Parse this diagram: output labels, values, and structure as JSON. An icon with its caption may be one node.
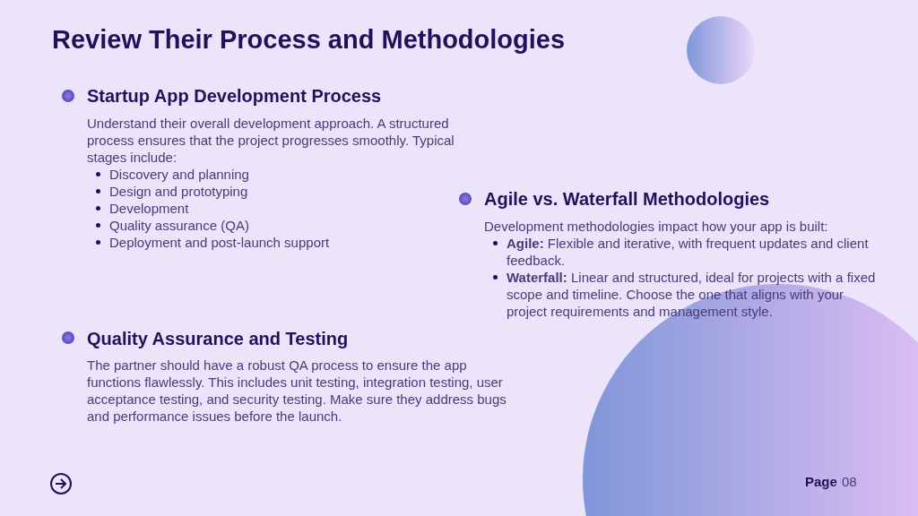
{
  "diagram": {
    "title": "Review Their Process and Methodologies",
    "labels": [
      "Startup App Development Process",
      "Understand their overall development approach. A structured process ensures that the project progresses smoothly. Typical stages include:",
      "Discovery and planning",
      "Design and prototyping",
      "Development",
      "Quality assurance (QA)",
      "Deployment and post-launch support",
      "Agile vs. Waterfall Methodologies",
      "Development methodologies impact how your app is built:",
      "**Agile:** Flexible and iterative, with frequent updates and client feedback.",
      "**Waterfall:** Linear and structured, ideal for projects with a fixed scope and timeline. Choose the one that aligns with your project requirements and management style.",
      "Quality Assurance and Testing",
      "The partner should have a robust QA process to ensure the app functions flawlessly. This includes unit testing, integration testing, user acceptance testing, and security testing. Make sure they address bugs and performance issues before the launch.",
      "Page",
      "08"
    ]
  }
}
